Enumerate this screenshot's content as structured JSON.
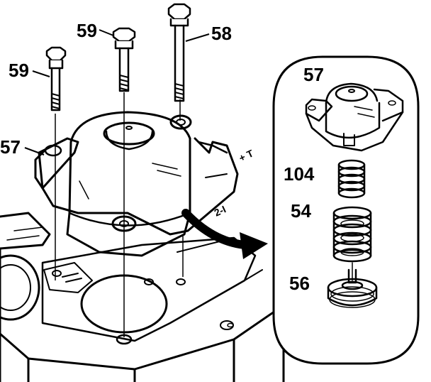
{
  "diagram": {
    "callouts": [
      {
        "id": "bolt-short-left",
        "label": "59"
      },
      {
        "id": "bolt-short-center",
        "label": "59"
      },
      {
        "id": "bolt-long",
        "label": "58"
      },
      {
        "id": "housing-main",
        "label": "57"
      },
      {
        "id": "housing-inset",
        "label": "57"
      },
      {
        "id": "spring-inner",
        "label": "104"
      },
      {
        "id": "spring-outer",
        "label": "54"
      },
      {
        "id": "spring-seat",
        "label": "56"
      }
    ],
    "casting_marks": [
      "+ T",
      "2-I"
    ]
  }
}
